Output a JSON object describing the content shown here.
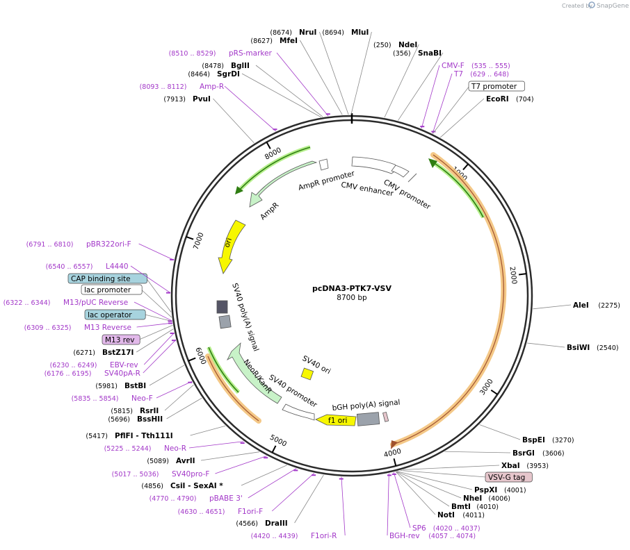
{
  "credit": {
    "prefix": "Created by",
    "brand": "SnapGene"
  },
  "plasmid": {
    "name": "pcDNA3-PTK7-VSV",
    "size_label": "8700 bp",
    "length": 8700
  },
  "colors": {
    "backbone": "#333333",
    "primer": "#a237c8",
    "amp": "#c8f2c8",
    "ori": "#f7f700",
    "misc": "#9ba2ab",
    "orf": "#f4a460",
    "arrow": "#3f8f1f"
  },
  "ticks": [
    {
      "label": "1000",
      "pos": 1000
    },
    {
      "label": "2000",
      "pos": 2000
    },
    {
      "label": "3000",
      "pos": 3000
    },
    {
      "label": "4000",
      "pos": 4000
    },
    {
      "label": "5000",
      "pos": 5000
    },
    {
      "label": "6000",
      "pos": 6000
    },
    {
      "label": "7000",
      "pos": 7000
    },
    {
      "label": "8000",
      "pos": 8000
    }
  ],
  "labels": [
    {
      "name": "NruI",
      "pos": "(8674)",
      "kind": "enzyme",
      "site": 8674
    },
    {
      "name": "MfeI",
      "pos": "(8627)",
      "kind": "enzyme",
      "site": 8627
    },
    {
      "name": "MluI",
      "pos": "(8694)",
      "kind": "enzyme",
      "site": 8694
    },
    {
      "name": "NdeI",
      "pos": "(250)",
      "kind": "enzyme",
      "site": 250
    },
    {
      "name": "SnaBI",
      "pos": "(356)",
      "kind": "enzyme",
      "site": 356
    },
    {
      "name": "pRS-marker",
      "pos": "(8510 .. 8529)",
      "kind": "primer",
      "site": 8520
    },
    {
      "name": "BglII",
      "pos": "(8478)",
      "kind": "enzyme",
      "site": 8478
    },
    {
      "name": "SgrDI",
      "pos": "(8464)",
      "kind": "enzyme",
      "site": 8464
    },
    {
      "name": "Amp-R",
      "pos": "(8093 .. 8112)",
      "kind": "primer",
      "site": 8102
    },
    {
      "name": "PvuI",
      "pos": "(7913)",
      "kind": "enzyme",
      "site": 7913
    },
    {
      "name": "CMV-F",
      "pos": "(535 .. 555)",
      "kind": "primer",
      "site": 545
    },
    {
      "name": "T7",
      "pos": "(629 .. 648)",
      "kind": "primer",
      "site": 638
    },
    {
      "name": "T7 promoter",
      "pos": "",
      "kind": "feature",
      "site": 640,
      "fill": "#ffffff"
    },
    {
      "name": "EcoRI",
      "pos": "(704)",
      "kind": "enzyme",
      "site": 704
    },
    {
      "name": "AleI",
      "pos": "(2275)",
      "kind": "enzyme",
      "site": 2275
    },
    {
      "name": "BsiWI",
      "pos": "(2540)",
      "kind": "enzyme",
      "site": 2540
    },
    {
      "name": "BspEI",
      "pos": "(3270)",
      "kind": "enzyme",
      "site": 3270
    },
    {
      "name": "BsrGI",
      "pos": "(3606)",
      "kind": "enzyme",
      "site": 3606
    },
    {
      "name": "XbaI",
      "pos": "(3953)",
      "kind": "enzyme",
      "site": 3953
    },
    {
      "name": "VSV-G tag",
      "pos": "",
      "kind": "feature",
      "site": 3975,
      "fill": "#e6c6cc"
    },
    {
      "name": "PspXI",
      "pos": "(4001)",
      "kind": "enzyme",
      "site": 4001
    },
    {
      "name": "NheI",
      "pos": "(4006)",
      "kind": "enzyme",
      "site": 4006
    },
    {
      "name": "BmtI",
      "pos": "(4010)",
      "kind": "enzyme",
      "site": 4010
    },
    {
      "name": "NotI",
      "pos": "(4011)",
      "kind": "enzyme",
      "site": 4011
    },
    {
      "name": "SP6",
      "pos": "(4020 .. 4037)",
      "kind": "primer",
      "site": 4028
    },
    {
      "name": "BGH-rev",
      "pos": "(4057 .. 4074)",
      "kind": "primer",
      "site": 4065
    },
    {
      "name": "F1ori-R",
      "pos": "(4420 .. 4439)",
      "kind": "primer",
      "site": 4430
    },
    {
      "name": "DraIII",
      "pos": "(4566)",
      "kind": "enzyme",
      "site": 4566
    },
    {
      "name": "F1ori-F",
      "pos": "(4630 .. 4651)",
      "kind": "primer",
      "site": 4640
    },
    {
      "name": "pBABE 3'",
      "pos": "(4770 .. 4790)",
      "kind": "primer",
      "site": 4780
    },
    {
      "name": "CsiI  - SexAI *",
      "pos": "(4856)",
      "kind": "enzyme",
      "site": 4856
    },
    {
      "name": "SV40pro-F",
      "pos": "(5017 .. 5036)",
      "kind": "primer",
      "site": 5026
    },
    {
      "name": "AvrII",
      "pos": "(5089)",
      "kind": "enzyme",
      "site": 5089
    },
    {
      "name": "Neo-R",
      "pos": "(5225 .. 5244)",
      "kind": "primer",
      "site": 5234
    },
    {
      "name": "PflFI  - Tth111I",
      "pos": "(5417)",
      "kind": "enzyme",
      "site": 5417
    },
    {
      "name": "BssHII",
      "pos": "(5696)",
      "kind": "enzyme",
      "site": 5696
    },
    {
      "name": "RsrII",
      "pos": "(5815)",
      "kind": "enzyme",
      "site": 5815
    },
    {
      "name": "Neo-F",
      "pos": "(5835 .. 5854)",
      "kind": "primer",
      "site": 5844
    },
    {
      "name": "BstBI",
      "pos": "(5981)",
      "kind": "enzyme",
      "site": 5981
    },
    {
      "name": "SV40pA-R",
      "pos": "(6176 .. 6195)",
      "kind": "primer",
      "site": 6185
    },
    {
      "name": "EBV-rev",
      "pos": "(6230 .. 6249)",
      "kind": "primer",
      "site": 6240
    },
    {
      "name": "BstZ17I",
      "pos": "(6271)",
      "kind": "enzyme",
      "site": 6271
    },
    {
      "name": "M13 rev",
      "pos": "",
      "kind": "feature",
      "site": 6300,
      "fill": "#e2b9ea"
    },
    {
      "name": "M13 Reverse",
      "pos": "(6309 .. 6325)",
      "kind": "primer",
      "site": 6317
    },
    {
      "name": "lac operator",
      "pos": "",
      "kind": "feature",
      "site": 6330,
      "fill": "#a7d3de"
    },
    {
      "name": "M13/pUC Reverse",
      "pos": "(6322 .. 6344)",
      "kind": "primer",
      "site": 6333
    },
    {
      "name": "lac promoter",
      "pos": "",
      "kind": "feature",
      "site": 6360,
      "fill": "#ffffff"
    },
    {
      "name": "CAP binding site",
      "pos": "",
      "kind": "feature",
      "site": 6400,
      "fill": "#a7d3de"
    },
    {
      "name": "L4440",
      "pos": "(6540 .. 6557)",
      "kind": "primer",
      "site": 6548
    },
    {
      "name": "pBR322ori-F",
      "pos": "(6791 .. 6810)",
      "kind": "primer",
      "site": 6800
    }
  ],
  "features": [
    {
      "name": "CMV enhancer",
      "start": 235,
      "end": 615,
      "fill": "#ffffff"
    },
    {
      "name": "CMV promoter",
      "start": 615,
      "end": 820,
      "fill": "#ffffff"
    },
    {
      "name": "bGH poly(A) signal",
      "start": 4080,
      "end": 4305,
      "fill": "#9ba2ab"
    },
    {
      "name": "f1 ori",
      "start": 4350,
      "end": 4780,
      "fill": "#f7f700"
    },
    {
      "name": "SV40 promoter",
      "start": 4780,
      "end": 5110,
      "fill": "#ffffff"
    },
    {
      "name": "NeoR/KanR",
      "start": 5160,
      "end": 5960,
      "fill": "#c8f2c8"
    },
    {
      "name": "SV40 ori",
      "start": 4950,
      "end": 5085,
      "fill": "#f7f700"
    },
    {
      "name": "SV40 poly(A) signal",
      "start": 6030,
      "end": 6165,
      "fill": "#9ba2ab"
    },
    {
      "name": "ori",
      "start": 6650,
      "end": 7240,
      "fill": "#f7f700"
    },
    {
      "name": "AmpR",
      "start": 7410,
      "end": 8270,
      "fill": "#c8f2c8"
    },
    {
      "name": "AmpR promoter",
      "start": 8270,
      "end": 8375,
      "fill": "#ffffff"
    }
  ]
}
